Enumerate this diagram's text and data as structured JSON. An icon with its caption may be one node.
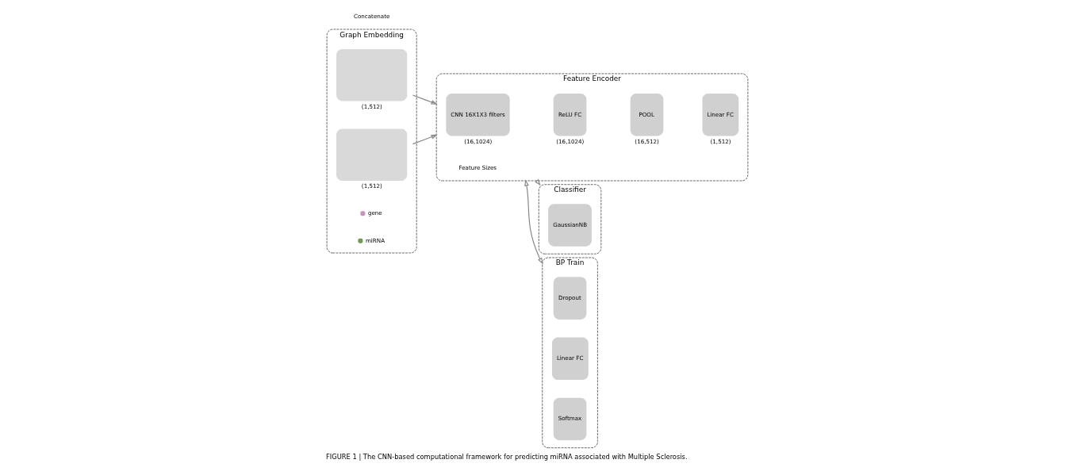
{
  "diagram": {
    "caption": "FIGURE 1 | The CNN-based computational framework for predicting miRNA associated with Multiple Sclerosis.",
    "nodes": [
      {
        "text": [
          "Graph Embedding"
        ]
      },
      {
        "text": [],
        "shape": "box",
        "in": 0,
        "beside": [
          "(1,512)"
        ]
      },
      {
        "text": [],
        "shape": "box",
        "in": 0,
        "beside": [
          "(1,512)"
        ]
      },
      {
        "text": [
          "Feature Encoder"
        ]
      },
      {
        "text": [
          "CNN 16X1X3 filters"
        ],
        "in": 3,
        "beside": [
          "(16,1024)"
        ]
      },
      {
        "text": [
          "ReLU FC"
        ],
        "in": 3,
        "beside": [
          "(16,1024)"
        ]
      },
      {
        "text": [
          "POOL"
        ],
        "in": 3,
        "beside": [
          "(16,512)"
        ]
      },
      {
        "text": [
          "Linear FC"
        ],
        "in": 3,
        "beside": [
          "(1,512)"
        ]
      },
      {
        "text": [
          "Classifier"
        ]
      },
      {
        "text": [
          "GaussianNB"
        ],
        "in": 8
      },
      {
        "text": [
          "BP Train"
        ]
      },
      {
        "text": [
          "Dropout"
        ],
        "in": 10
      },
      {
        "text": [
          "Linear FC"
        ],
        "in": 10
      },
      {
        "text": [
          "Softmax"
        ],
        "in": 10
      }
    ],
    "edges": [
      {
        "from": 1,
        "to": 3,
        "arrow": "to"
      },
      {
        "from": 2,
        "to": 3,
        "arrow": "to"
      },
      {
        "from": 3,
        "to": 8,
        "arrow": "to"
      },
      {
        "from": 3,
        "to": 10,
        "arrow": "both"
      }
    ],
    "labels": [
      "Concatenate",
      "Feature Sizes"
    ],
    "legend": [
      {
        "text": "gene",
        "color": "#c893bd"
      },
      {
        "text": "miRNA",
        "color": "#6f9a55"
      }
    ]
  }
}
